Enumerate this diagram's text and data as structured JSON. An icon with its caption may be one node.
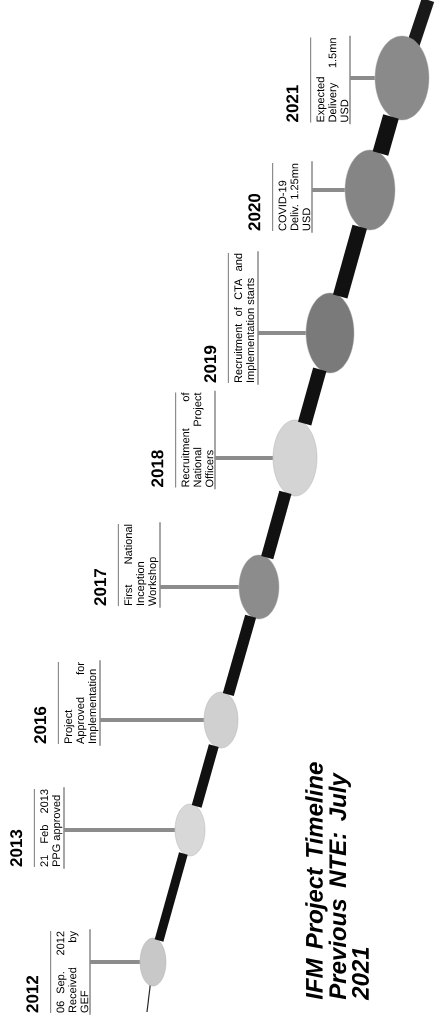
{
  "diagram": {
    "title": "IFM Project Timeline Previous NTE: July 2021",
    "nodes": [
      {
        "text": [
          "2012",
          "06 Sep. 2012 Received by GEF"
        ]
      },
      {
        "text": [
          "2013",
          "21 Feb 2013 PPG approved"
        ]
      },
      {
        "text": [
          "2016",
          "Project Approved for Implementation"
        ]
      },
      {
        "text": [
          "2017",
          "First National Inception Workshop"
        ]
      },
      {
        "text": [
          "2018",
          "Recruitment of National Project Officers"
        ]
      },
      {
        "text": [
          "2019",
          "Recruitment of CTA and Implementation starts"
        ]
      },
      {
        "text": [
          "2020",
          "COVID-19 Deliv. 1.25mn USD"
        ]
      },
      {
        "text": [
          "2021",
          "Expected Delivery 1.5mn USD"
        ]
      },
      {
        "text": [],
        "shape": "ellipse"
      },
      {
        "text": [],
        "shape": "ellipse"
      },
      {
        "text": [],
        "shape": "ellipse"
      },
      {
        "text": [],
        "shape": "ellipse"
      },
      {
        "text": [],
        "shape": "ellipse"
      },
      {
        "text": [],
        "shape": "ellipse"
      },
      {
        "text": [],
        "shape": "ellipse"
      },
      {
        "text": [],
        "shape": "ellipse"
      }
    ],
    "edges": [
      {
        "from": 8,
        "to": 0,
        "arrow": "none"
      },
      {
        "from": 9,
        "to": 1,
        "arrow": "none"
      },
      {
        "from": 10,
        "to": 2,
        "arrow": "none"
      },
      {
        "from": 11,
        "to": 3,
        "arrow": "none"
      },
      {
        "from": 12,
        "to": 4,
        "arrow": "none"
      },
      {
        "from": 13,
        "to": 5,
        "arrow": "none"
      },
      {
        "from": 14,
        "to": 6,
        "arrow": "none"
      },
      {
        "from": 15,
        "to": 7,
        "arrow": "none"
      },
      {
        "from": 8,
        "to": 9,
        "arrow": "none",
        "style": "thick",
        "color": "#111111"
      },
      {
        "from": 9,
        "to": 10,
        "arrow": "none",
        "style": "thick",
        "color": "#111111"
      },
      {
        "from": 10,
        "to": 11,
        "arrow": "none",
        "style": "thick",
        "color": "#111111"
      },
      {
        "from": 11,
        "to": 12,
        "arrow": "none",
        "style": "thick",
        "color": "#111111"
      },
      {
        "from": 12,
        "to": 13,
        "arrow": "none",
        "style": "thick",
        "color": "#111111"
      },
      {
        "from": 13,
        "to": 14,
        "arrow": "none",
        "style": "thick",
        "color": "#111111"
      },
      {
        "from": 14,
        "to": 15,
        "arrow": "none",
        "style": "thick",
        "color": "#111111"
      }
    ]
  }
}
